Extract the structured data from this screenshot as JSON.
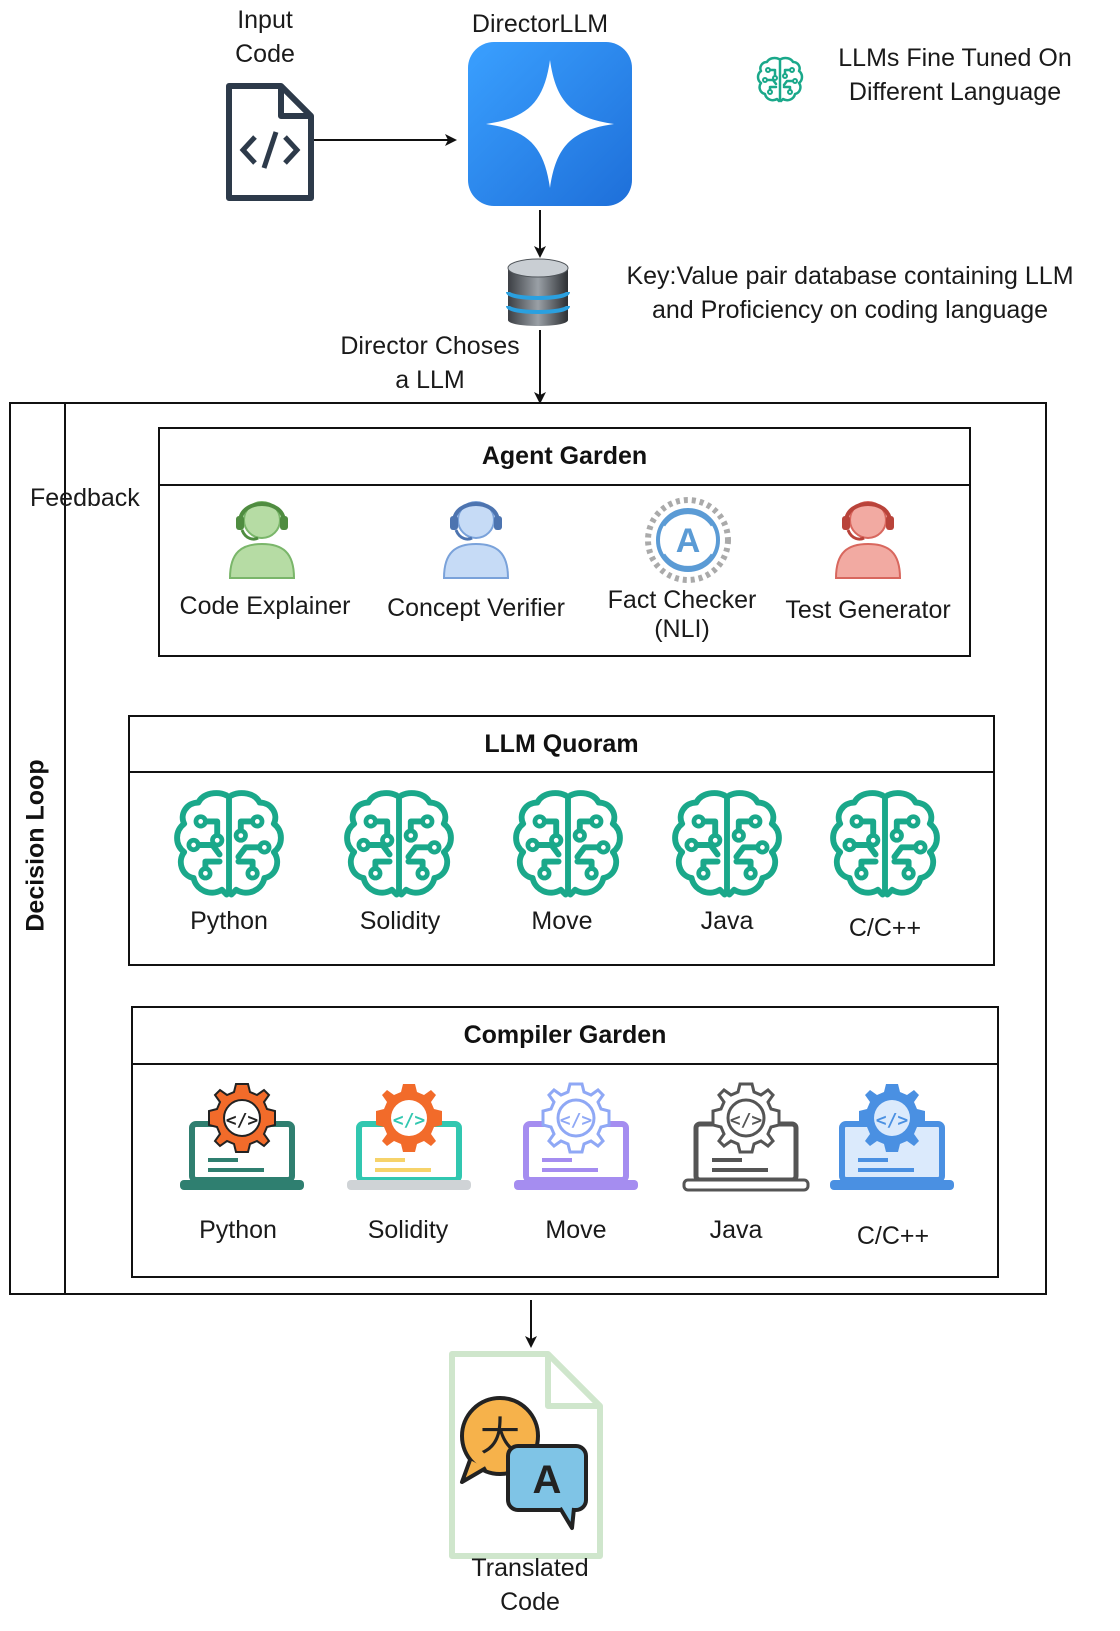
{
  "input": {
    "label_line1": "Input",
    "label_line2": "Code"
  },
  "director": {
    "label": "DirectorLLM"
  },
  "legend": {
    "line1": "LLMs Fine Tuned On",
    "line2": "Different Language",
    "icon": "brain-circuit-icon"
  },
  "database": {
    "line1": "Key:Value pair database containing LLM",
    "line2": "and Proficiency on coding language"
  },
  "director_choice": {
    "line1": "Director Choses",
    "line2": "a LLM"
  },
  "decision_loop": {
    "label": "Decision Loop",
    "feedback": "Feedback"
  },
  "agent_garden": {
    "title": "Agent Garden",
    "agents": [
      {
        "label": "Code Explainer",
        "color": "#9fd08d"
      },
      {
        "label": "Concept Verifier",
        "color": "#a8c6ee"
      },
      {
        "label": "Fact Checker",
        "sub": "(NLI)",
        "color": "#5b9bd5"
      },
      {
        "label": "Test Generator",
        "color": "#ee8a80"
      }
    ]
  },
  "llm_quoram": {
    "title": "LLM Quoram",
    "models": [
      "Python",
      "Solidity",
      "Move",
      "Java",
      "C/C++"
    ],
    "color": "#1aa88a"
  },
  "compiler_garden": {
    "title": "Compiler Garden",
    "compilers": [
      {
        "label": "Python",
        "gear": "#f26b2a",
        "screen": "#2f7f70"
      },
      {
        "label": "Solidity",
        "gear": "#f26b2a",
        "screen": "#31c7b0"
      },
      {
        "label": "Move",
        "gear": "#8fa8f5",
        "screen": "#a58df0"
      },
      {
        "label": "Java",
        "gear": "#555555",
        "screen": "#555555"
      },
      {
        "label": "C/C++",
        "gear": "#4a90e2",
        "screen": "#4a90e2"
      }
    ]
  },
  "output": {
    "line1": "Translated",
    "line2": "Code"
  }
}
